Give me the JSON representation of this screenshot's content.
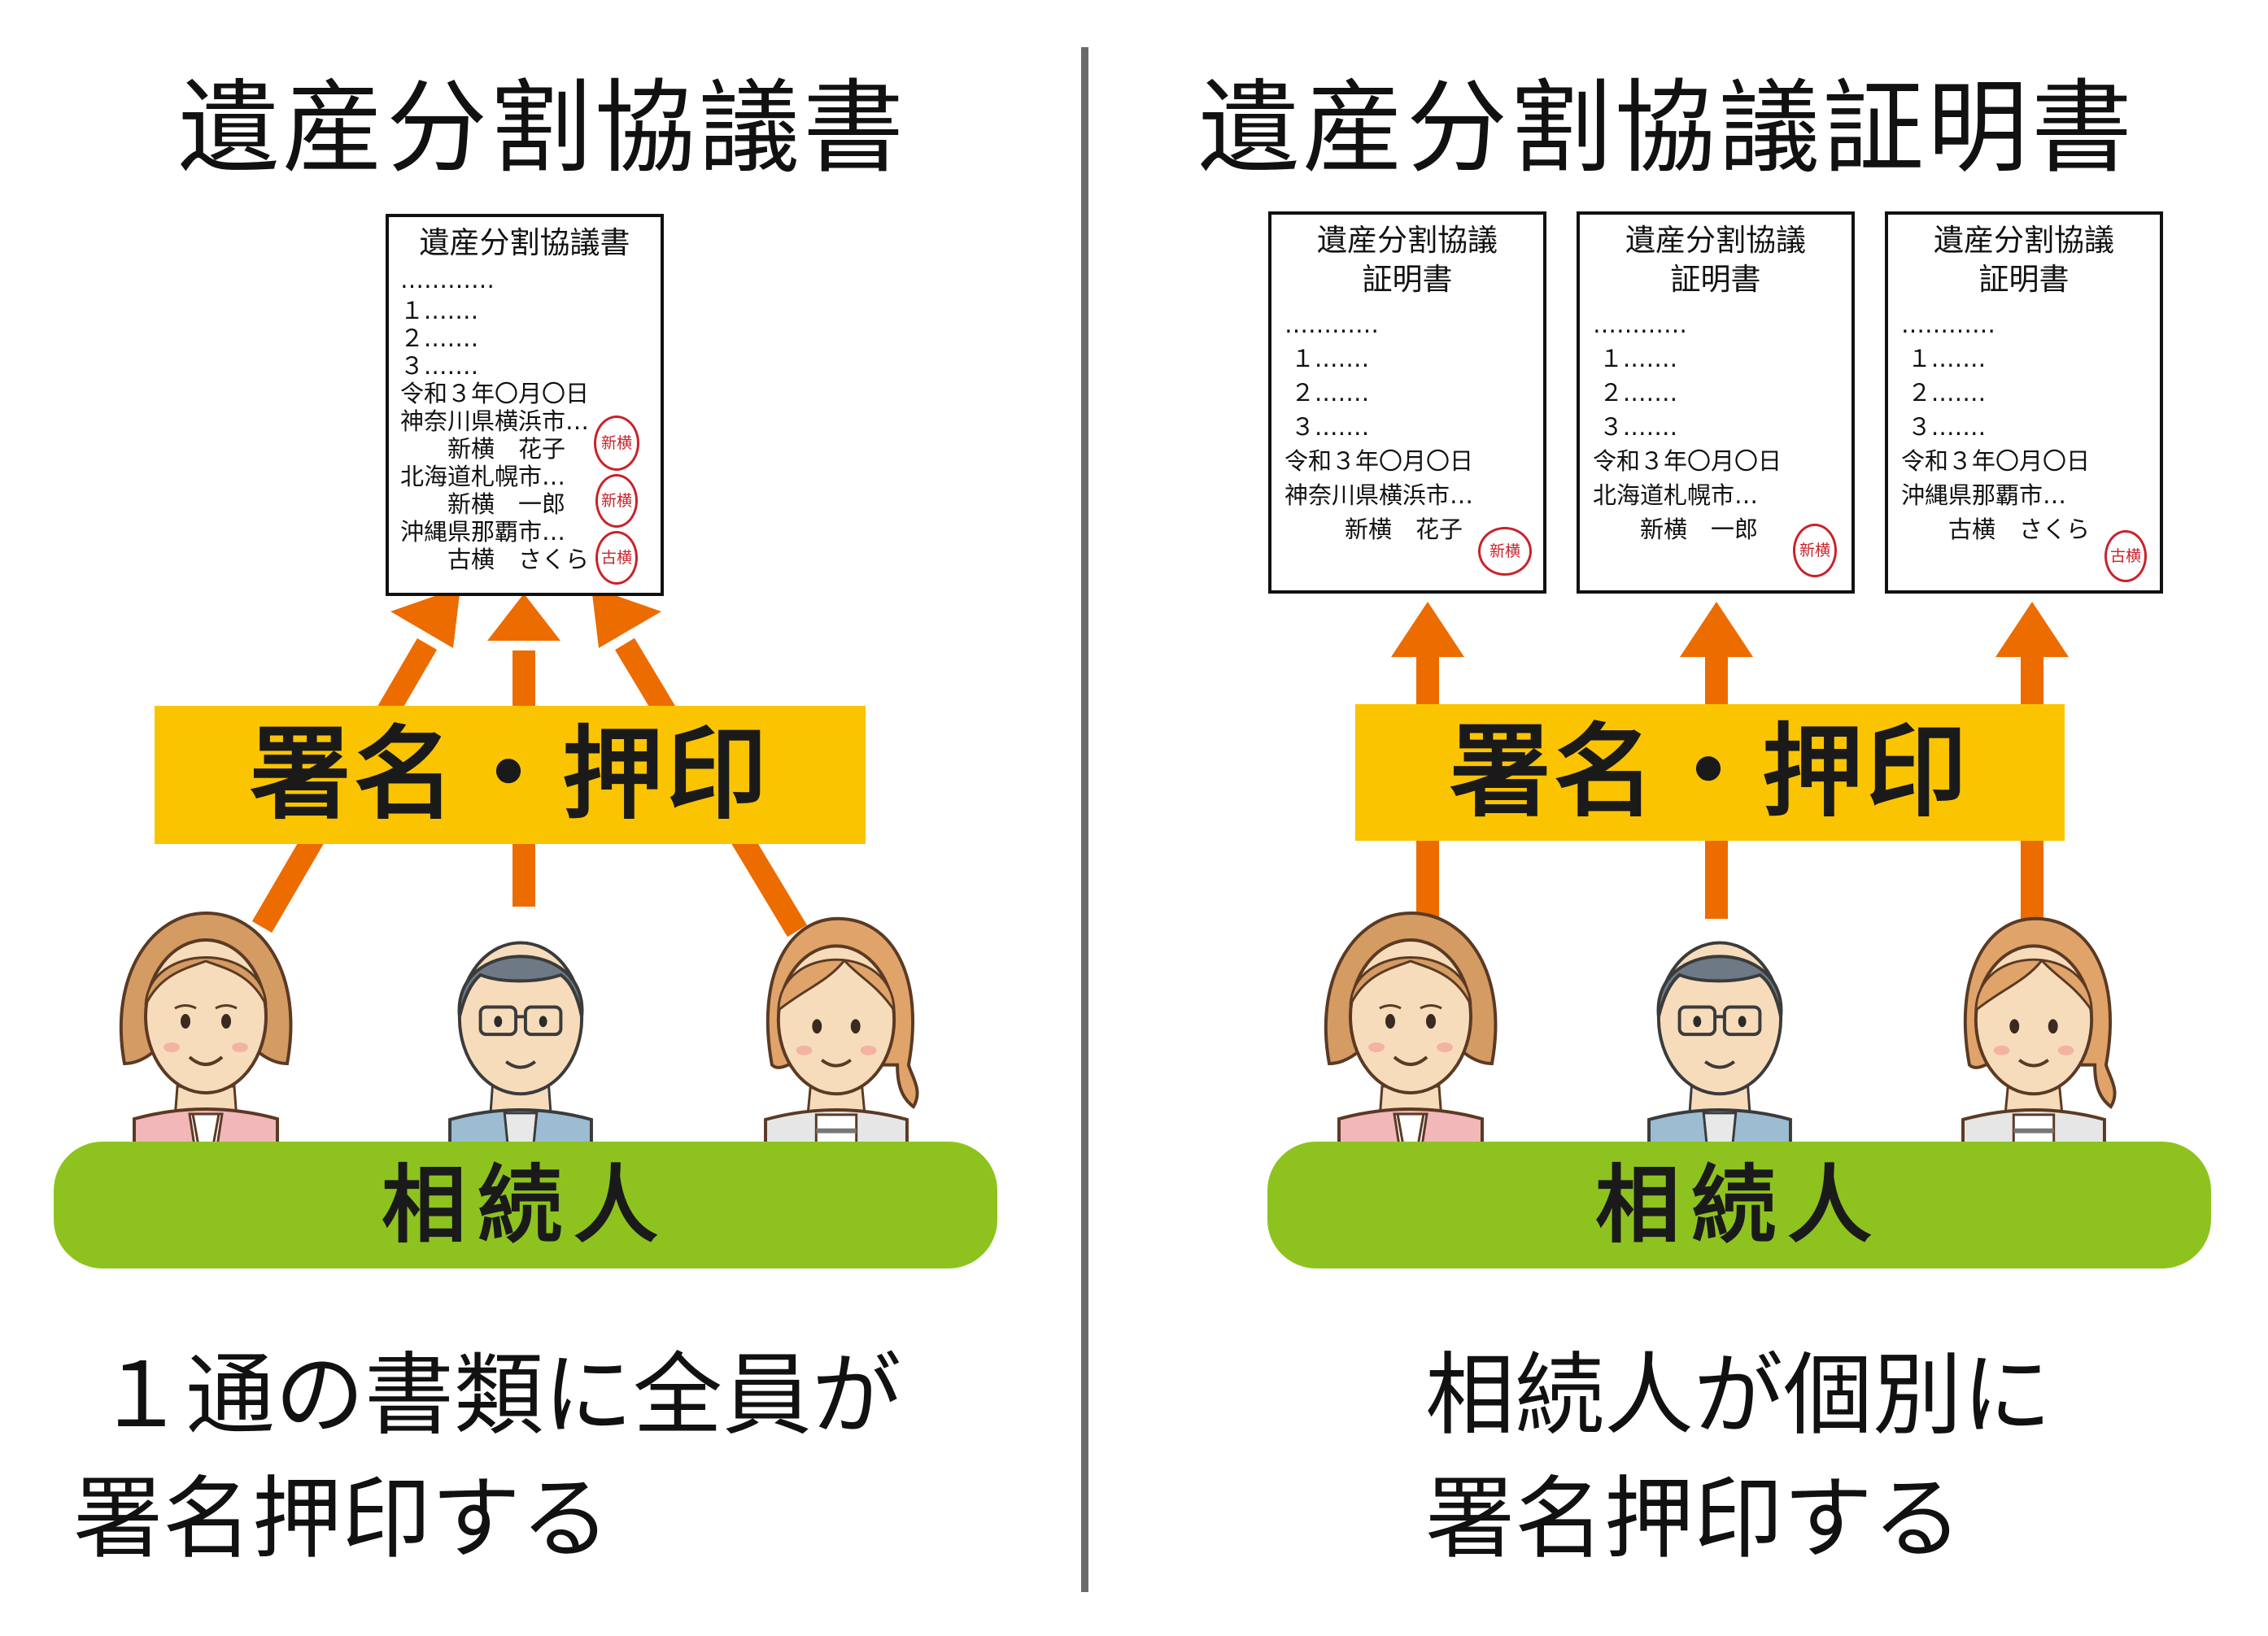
{
  "left": {
    "title": "遺産分割協議書",
    "doc": {
      "title": "遺産分割協議書",
      "dots": "…………",
      "items": [
        "１.……",
        "２.……",
        "３.……"
      ],
      "date": "令和３年〇月〇日",
      "signers": [
        {
          "address": "神奈川県横浜市…",
          "name": "新横　花子",
          "seal": "新横"
        },
        {
          "address": "北海道札幌市…",
          "name": "新横　一郎",
          "seal": "新横"
        },
        {
          "address": "沖縄県那覇市…",
          "name": "古横　さくら",
          "seal": "古横"
        }
      ]
    },
    "band_label": "署名・押印",
    "heirs_label": "相続人",
    "caption": [
      "１通の書類に全員が",
      "署名押印する"
    ]
  },
  "right": {
    "title": "遺産分割協議証明書",
    "docs": [
      {
        "title_lines": [
          "遺産分割協議",
          "証明書"
        ],
        "dots": "…………",
        "items": [
          "１.……",
          "２.……",
          "３.……"
        ],
        "date": "令和３年〇月〇日",
        "address": "神奈川県横浜市…",
        "name": "新横　花子",
        "seal": "新横"
      },
      {
        "title_lines": [
          "遺産分割協議",
          "証明書"
        ],
        "dots": "…………",
        "items": [
          "１.……",
          "２.……",
          "３.……"
        ],
        "date": "令和３年〇月〇日",
        "address": "北海道札幌市…",
        "name": "新横　一郎",
        "seal": "新横"
      },
      {
        "title_lines": [
          "遺産分割協議",
          "証明書"
        ],
        "dots": "…………",
        "items": [
          "１.……",
          "２.……",
          "３.……"
        ],
        "date": "令和３年〇月〇日",
        "address": "沖縄県那覇市…",
        "name": "古横　さくら",
        "seal": "古横"
      }
    ],
    "band_label": "署名・押印",
    "heirs_label": "相続人",
    "caption": [
      "相続人が個別に",
      "署名押印する"
    ]
  },
  "colors": {
    "band": "#fbc400",
    "heirs_bar": "#8ec31f",
    "arrow": "#ec6c00",
    "seal": "#c8232c",
    "divider": "#6b6b6b"
  },
  "icons": [
    "elderly-woman-icon",
    "man-with-glasses-icon",
    "young-woman-icon",
    "upward-arrow-icon"
  ]
}
